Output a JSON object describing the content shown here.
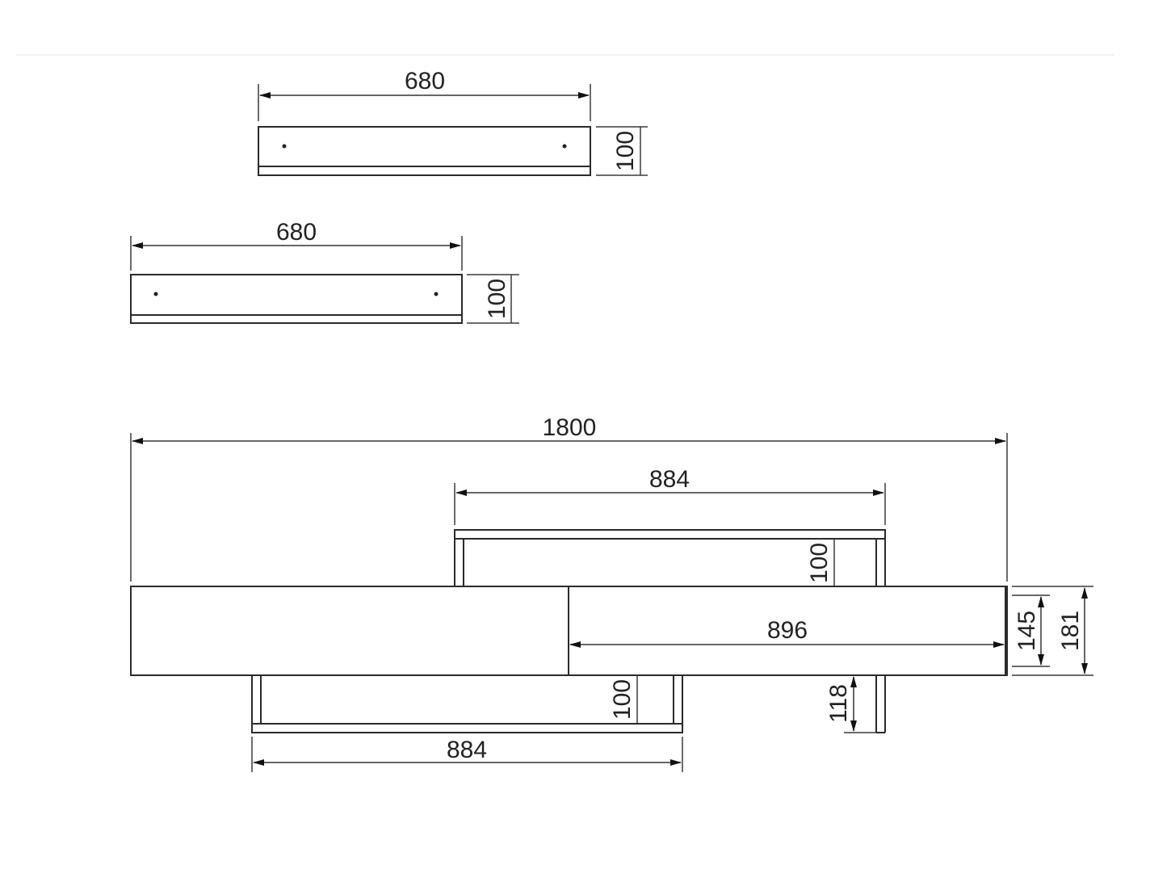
{
  "drawing": {
    "type": "technical-dimension-drawing",
    "subject": "TV stand with two wall shelves",
    "units": "mm",
    "shelf_top": {
      "width_label": "680",
      "height_label": "100"
    },
    "shelf_middle": {
      "width_label": "680",
      "height_label": "100"
    },
    "tv_stand": {
      "overall_width_label": "1800",
      "upper_shelf_width_label": "884",
      "upper_shelf_height_label": "100",
      "right_drawer_width_label": "896",
      "body_inner_height_label": "145",
      "body_total_height_label": "181",
      "leg_height_label": "118",
      "lower_shelf_height_label": "100",
      "lower_shelf_width_label": "884"
    },
    "colors": {
      "line": "#2a2a2a",
      "background": "#ffffff"
    }
  }
}
